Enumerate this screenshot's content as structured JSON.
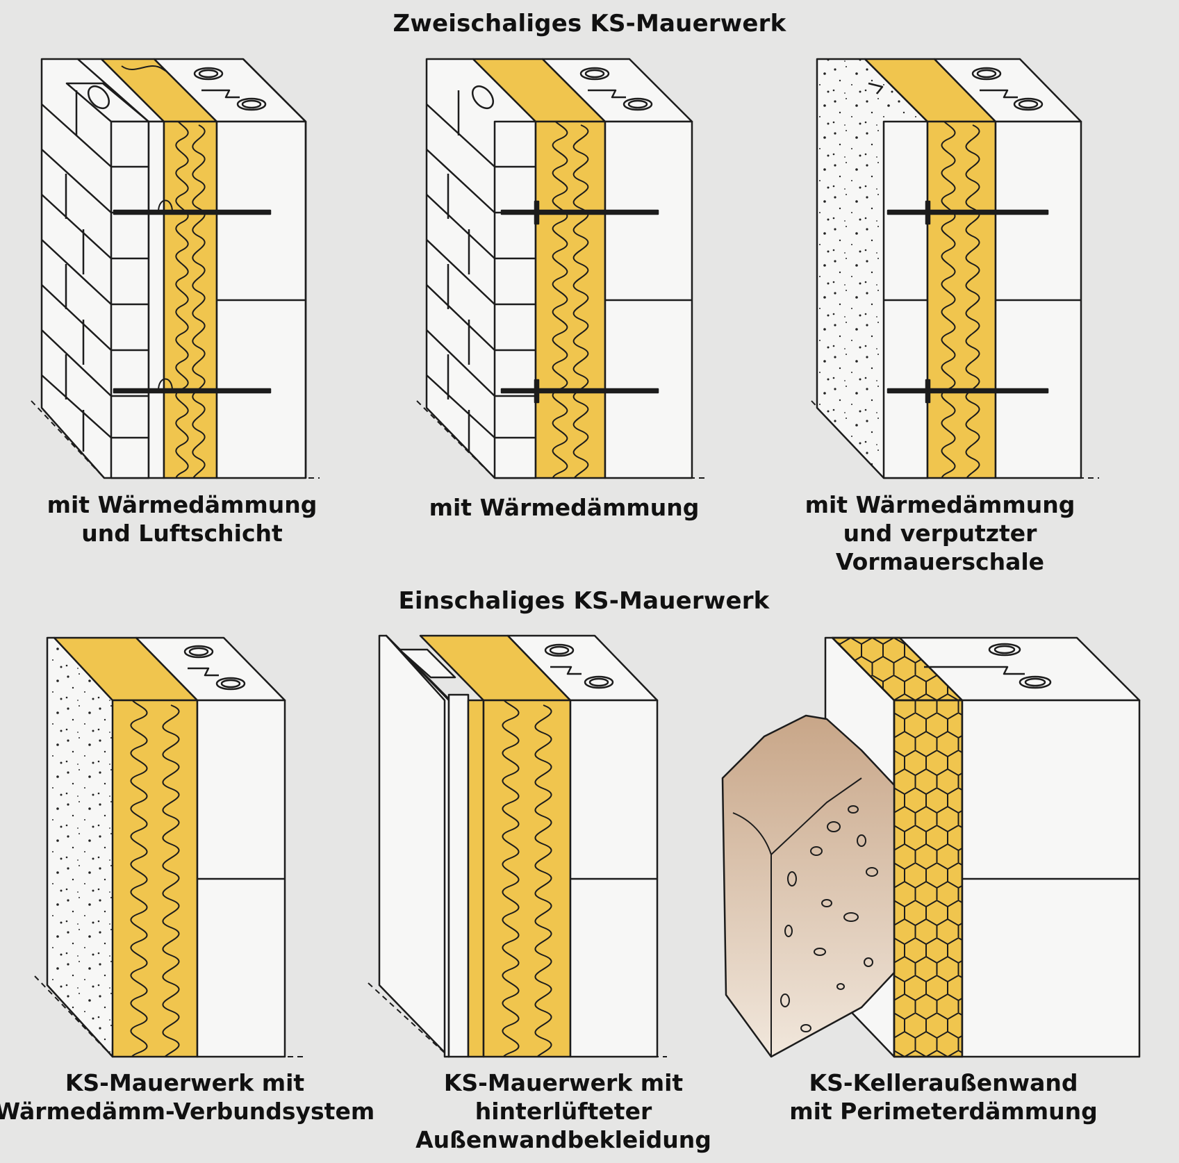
{
  "headings": {
    "double_shell": "Zweischaliges KS-Mauerwerk",
    "single_shell": "Einschaliges KS-Mauerwerk"
  },
  "captions": [
    {
      "lines": [
        "mit Wärmedämmung",
        "und Luftschicht"
      ]
    },
    {
      "lines": [
        "mit Wärmedämmung"
      ]
    },
    {
      "lines": [
        "mit Wärmedämmung",
        "und verputzter",
        "Vormauerschale"
      ]
    },
    {
      "lines": [
        "KS-Mauerwerk mit",
        "Wärmedämm-Verbundsystem"
      ]
    },
    {
      "lines": [
        "KS-Mauerwerk mit",
        "hinterlüfteter",
        "Außenwandbekleidung"
      ]
    },
    {
      "lines": [
        "KS-Kelleraußenwand",
        "mit Perimeterdämmung"
      ]
    }
  ],
  "colors": {
    "background": "#e6e6e5",
    "insulation": "#f0c54e",
    "masonry": "#f7f7f6",
    "soil": "#c9a88a",
    "outline": "#1c1c1c"
  }
}
